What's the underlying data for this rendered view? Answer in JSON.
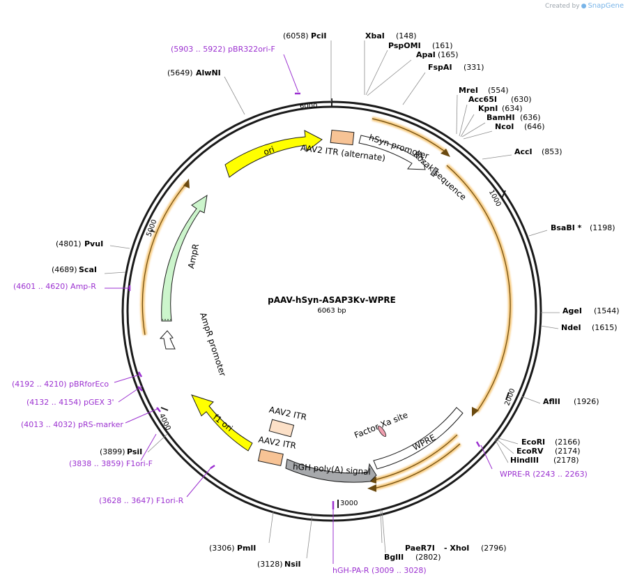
{
  "credit": {
    "prefix": "Created by",
    "brand": "SnapGene"
  },
  "plasmid": {
    "name": "pAAV-hSyn-ASAP3Kv-WPRE",
    "length": "6063 bp",
    "total_bp": 6063
  },
  "ticks": [
    "1000",
    "2000",
    "3000",
    "4000",
    "5000",
    "6000"
  ],
  "sites": [
    {
      "name": "PciI",
      "pos": "(6058)"
    },
    {
      "name": "XbaI",
      "pos": "(148)"
    },
    {
      "name": "PspOMI",
      "pos": "(161)"
    },
    {
      "name": "ApaI",
      "pos": "(165)"
    },
    {
      "name": "FspAI",
      "pos": "(331)"
    },
    {
      "name": "MreI",
      "pos": "(554)"
    },
    {
      "name": "Acc65I",
      "pos": "(630)"
    },
    {
      "name": "KpnI",
      "pos": "(634)"
    },
    {
      "name": "BamHI",
      "pos": "(636)"
    },
    {
      "name": "NcoI",
      "pos": "(646)"
    },
    {
      "name": "AccI",
      "pos": "(853)"
    },
    {
      "name": "BsaBI *",
      "pos": "(1198)"
    },
    {
      "name": "AgeI",
      "pos": "(1544)"
    },
    {
      "name": "NdeI",
      "pos": "(1615)"
    },
    {
      "name": "AflII",
      "pos": "(1926)"
    },
    {
      "name": "EcoRI",
      "pos": "(2166)"
    },
    {
      "name": "EcoRV",
      "pos": "(2174)"
    },
    {
      "name": "HindIII",
      "pos": "(2178)"
    },
    {
      "name": "PaeR7I",
      "pos": ""
    },
    {
      "name": "- XhoI",
      "pos": "(2796)"
    },
    {
      "name": "BglII",
      "pos": "(2802)"
    },
    {
      "name": "NsiI",
      "pos": "(3128)"
    },
    {
      "name": "PmlI",
      "pos": "(3306)"
    },
    {
      "name": "PsiI",
      "pos": "(3899)"
    },
    {
      "name": "ScaI",
      "pos": "(4689)"
    },
    {
      "name": "PvuI",
      "pos": "(4801)"
    },
    {
      "name": "AlwNI",
      "pos": "(5649)"
    }
  ],
  "primers": [
    {
      "label": "(5903 .. 5922)  pBR322ori-F"
    },
    {
      "label": "WPRE-R     (2243 .. 2263)"
    },
    {
      "label": "hGH-PA-R     (3009 .. 3028)"
    },
    {
      "label": "(3628 .. 3647)  F1ori-R"
    },
    {
      "label": "(3838 .. 3859)  F1ori-F"
    },
    {
      "label": "(4013 .. 4032)  pRS-marker"
    },
    {
      "label": "(4132 .. 4154)  pGEX 3'"
    },
    {
      "label": "(4192 .. 4210)  pBRforEco"
    },
    {
      "label": "(4601 .. 4620)  Amp-R"
    }
  ],
  "features": [
    {
      "name": "ori"
    },
    {
      "name": "AAV2 ITR (alternate)"
    },
    {
      "name": "hSyn promoter"
    },
    {
      "name": "Kozak sequence"
    },
    {
      "name": "AmpR"
    },
    {
      "name": "AmpR promoter"
    },
    {
      "name": "f1 ori"
    },
    {
      "name": "AAV2 ITR"
    },
    {
      "name": "AAV2 ITR"
    },
    {
      "name": "hGH poly(A) signal"
    },
    {
      "name": "WPRE"
    },
    {
      "name": "Factor Xa site"
    }
  ],
  "colors": {
    "backbone": "#1a1a1a",
    "ori": "#ffff00",
    "ampr": "#ccf5cc",
    "itr": "#f7c395",
    "itr_light": "#fce0c7",
    "polya": "#a7a9ac",
    "orf": "#f0a830",
    "primer": "#9b30d0",
    "factor_xa": "#f0a0b0"
  }
}
